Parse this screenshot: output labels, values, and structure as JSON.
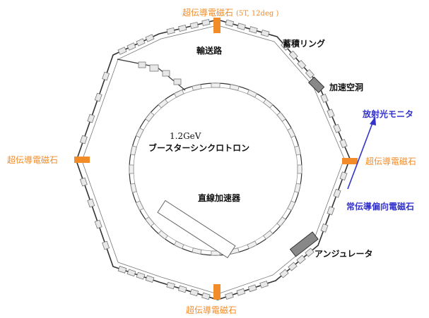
{
  "colors": {
    "superconducting": "#F28C28",
    "monitor": "#3333CC",
    "text": "#111111",
    "ring": "#333333",
    "component_fill": "#e8e8e8",
    "component_stroke": "#777777",
    "device_fill": "#888888"
  },
  "labels": {
    "sc_magnet_top": "超伝導電磁石",
    "sc_magnet_top_spec": "(5T, 12deg )",
    "sc_magnet_left": "超伝導電磁石",
    "sc_magnet_right": "超伝導電磁石",
    "sc_magnet_bottom": "超伝導電磁石",
    "storage_ring": "蓄積リング",
    "transport_line": "輸送路",
    "rf_cavity": "加速空洞",
    "radiation_monitor": "放射光モニタ",
    "booster_energy": "1.2GeV",
    "booster_name": "ブースターシンクロトロン",
    "linac": "直線加速器",
    "normal_bend": "常伝導偏向電磁石",
    "undulator": "アンジュレータ"
  }
}
